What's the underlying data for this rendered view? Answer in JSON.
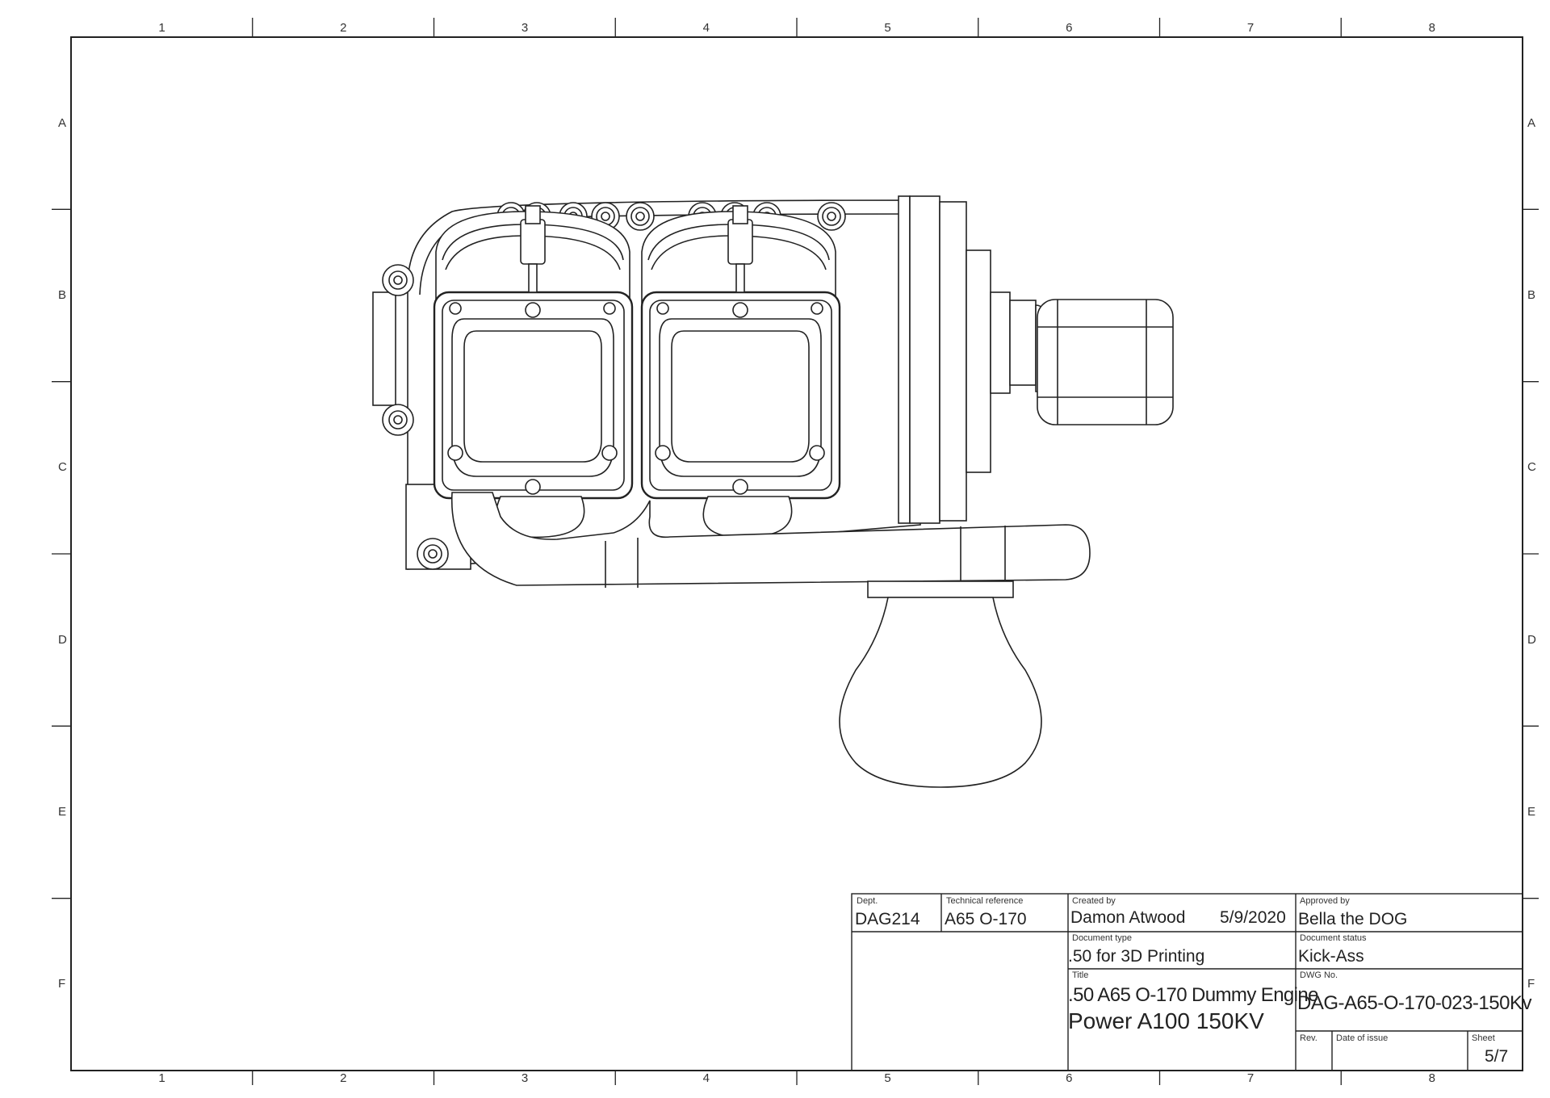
{
  "grid": {
    "columns": [
      "1",
      "2",
      "3",
      "4",
      "5",
      "6",
      "7",
      "8"
    ],
    "rows": [
      "A",
      "B",
      "C",
      "D",
      "E",
      "F"
    ]
  },
  "title_block": {
    "dept": {
      "caption": "Dept.",
      "value": "DAG214"
    },
    "technical_reference": {
      "caption": "Technical reference",
      "value": "A65 O-170"
    },
    "created_by": {
      "caption": "Created by",
      "value": "Damon Atwood",
      "date": "5/9/2020"
    },
    "approved_by": {
      "caption": "Approved by",
      "value": "Bella the DOG"
    },
    "document_type": {
      "caption": "Document type",
      "value": ".50 for 3D Printing"
    },
    "document_status": {
      "caption": "Document status",
      "value": "Kick-Ass"
    },
    "title": {
      "caption": "Title",
      "line1": ".50 A65 O-170 Dummy Engine",
      "line2": "Power A100 150KV"
    },
    "dwg_no": {
      "caption": "DWG No.",
      "value": "DAG-A65-O-170-023-150Kv"
    },
    "rev": {
      "caption": "Rev.",
      "value": ""
    },
    "date_of_issue": {
      "caption": "Date of issue",
      "value": ""
    },
    "sheet": {
      "caption": "Sheet",
      "value": "5/7"
    }
  }
}
